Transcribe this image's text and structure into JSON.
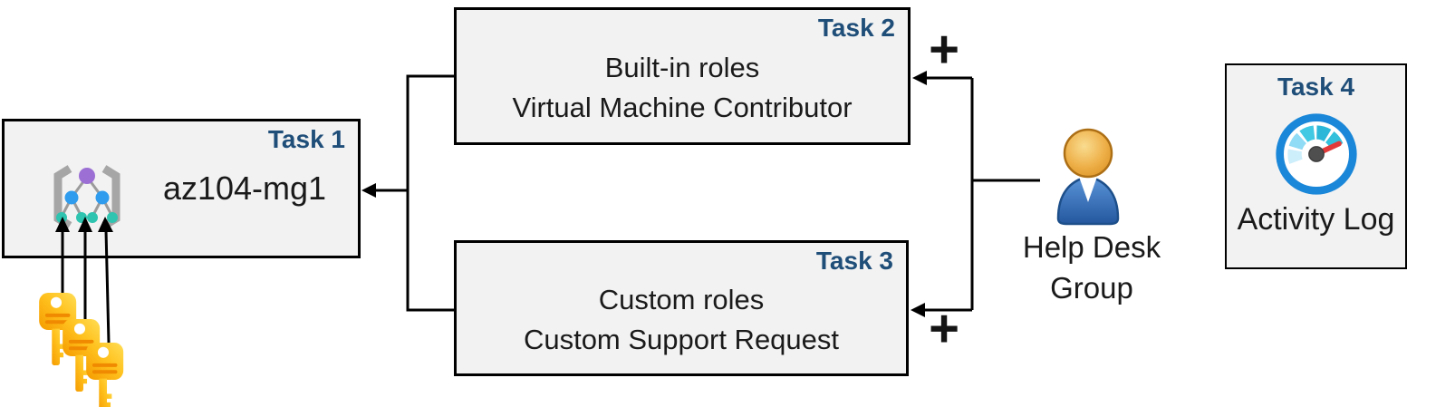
{
  "diagram": {
    "background": "#ffffff",
    "accent_color": "#1F4E79",
    "box_fill": "#f2f2f2",
    "box_border": "#000000",
    "connector_color": "#000000",
    "task1": {
      "label": "Task 1",
      "name": "az104-mg1",
      "icon": "management-group-icon"
    },
    "task2": {
      "label": "Task 2",
      "line1": "Built-in roles",
      "line2": "Virtual Machine Contributor"
    },
    "task3": {
      "label": "Task 3",
      "line1": "Custom roles",
      "line2": "Custom Support Request"
    },
    "task4": {
      "label": "Task 4",
      "caption": "Activity Log",
      "icon": "gauge-icon"
    },
    "group": {
      "line1": "Help Desk",
      "line2": "Group",
      "icon": "person-icon"
    },
    "keys": {
      "icon": "key-icon",
      "count": 3
    },
    "plus": "+"
  }
}
